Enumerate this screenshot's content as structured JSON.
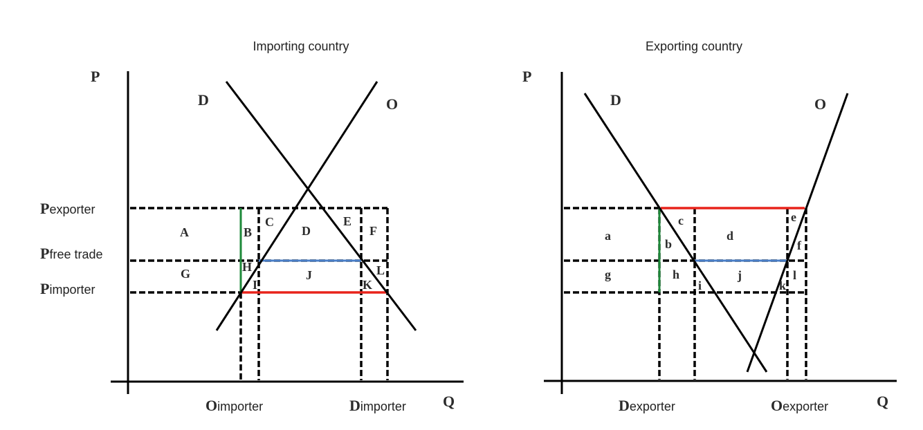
{
  "panels": [
    {
      "id": "importing",
      "title": "Importing country",
      "y_axis_label": "P",
      "x_axis_label": "Q",
      "demand_label": "D",
      "supply_label": "O",
      "price_labels": [
        {
          "big": "P",
          "sub": "exporter"
        },
        {
          "big": "P",
          "sub": "free trade"
        },
        {
          "big": "P",
          "sub": "importer"
        }
      ],
      "quantity_labels": [
        {
          "big": "O",
          "sub": "importer"
        },
        {
          "big": "D",
          "sub": "importer"
        }
      ],
      "regions": [
        "A",
        "B",
        "C",
        "D",
        "E",
        "F",
        "G",
        "H",
        "I",
        "J",
        "K",
        "L"
      ]
    },
    {
      "id": "exporting",
      "title": "Exporting country",
      "y_axis_label": "P",
      "x_axis_label": "Q",
      "demand_label": "D",
      "supply_label": "O",
      "quantity_labels": [
        {
          "big": "D",
          "sub": "exporter"
        },
        {
          "big": "O",
          "sub": "exporter"
        }
      ],
      "regions": [
        "a",
        "b",
        "c",
        "d",
        "e",
        "f",
        "g",
        "h",
        "i",
        "j",
        "k",
        "l"
      ]
    }
  ],
  "colors": {
    "red_segment": "#e8231b",
    "blue_segment": "#4a7fc8",
    "green_segment": "#1e8a3a",
    "lines": "#000000"
  }
}
